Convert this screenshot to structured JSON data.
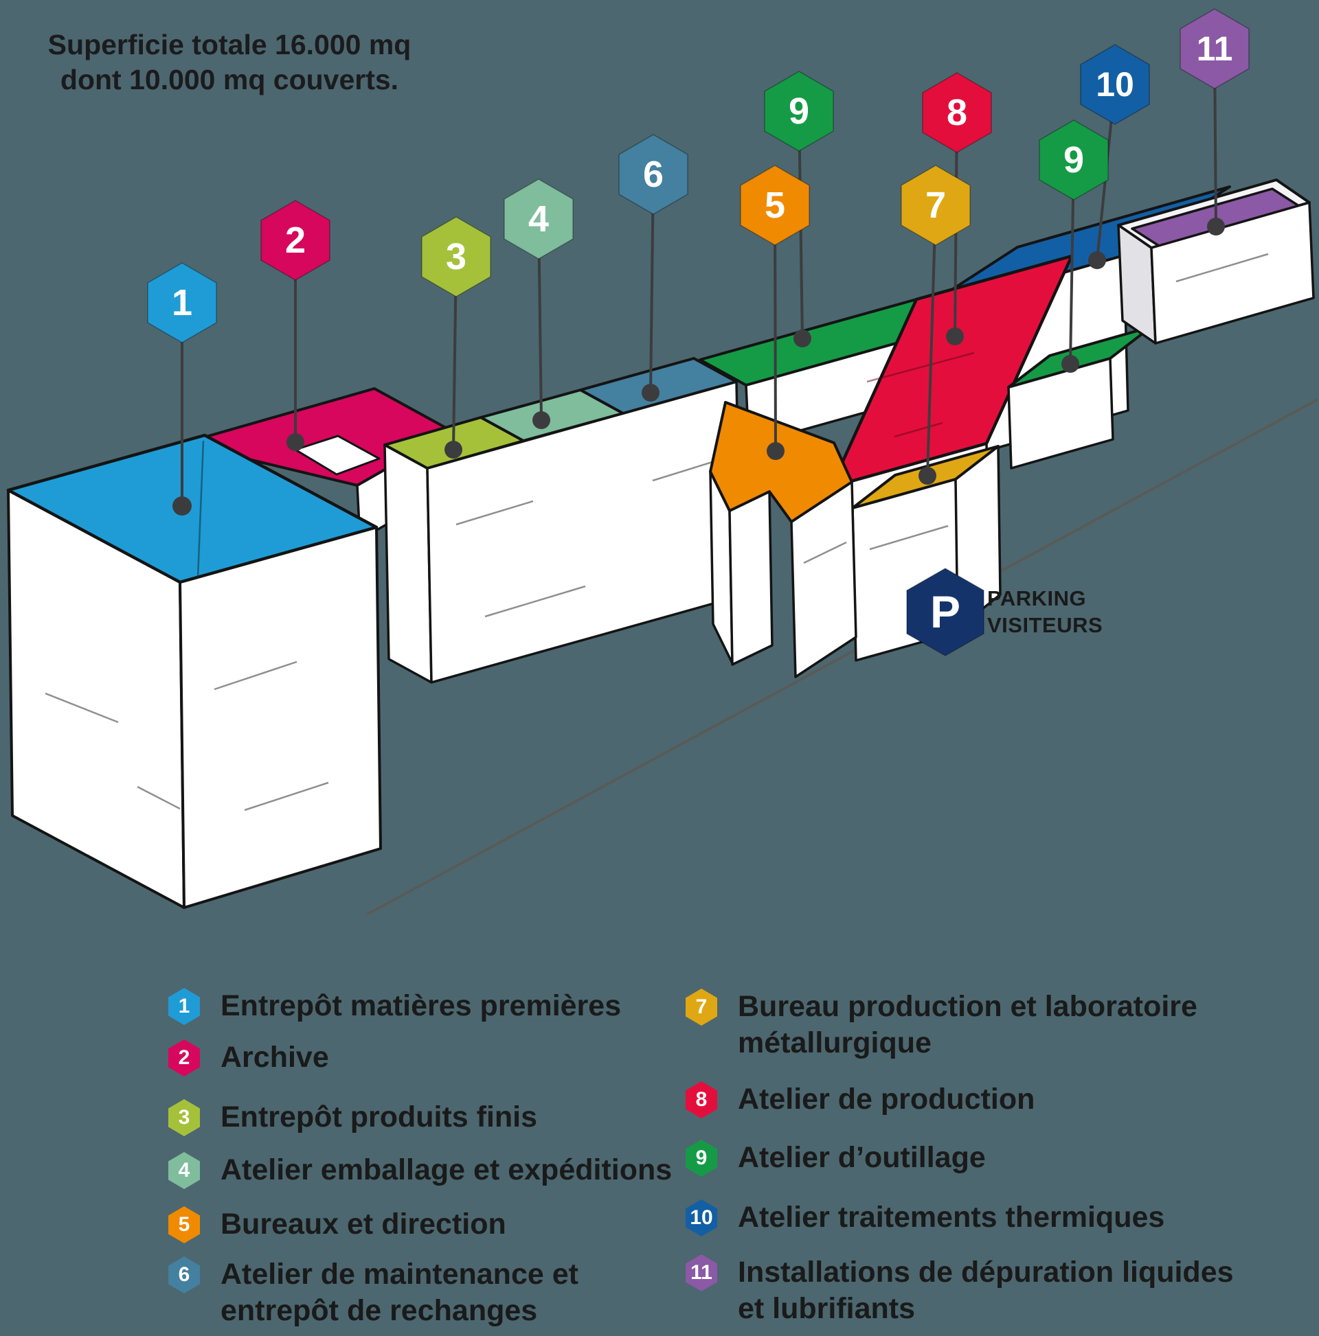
{
  "header": {
    "line1": "Superficie totale 16.000 mq",
    "line2": "dont 10.000 mq couverts."
  },
  "parking": {
    "letter": "P",
    "label_line1": "PARKING",
    "label_line2": "VISITEURS",
    "hex_color": "#15336B"
  },
  "colors": {
    "background": "#4C676F",
    "connector_line": "#3C3C3E",
    "wall": "#FFFFFF",
    "outline": "#141414"
  },
  "legend": {
    "left": [
      {
        "num": "1",
        "color": "#1F9CD6",
        "label": "Entrepôt matières premières"
      },
      {
        "num": "2",
        "color": "#D6075C",
        "label": "Archive"
      },
      {
        "num": "3",
        "color": "#A5C13A",
        "label": "Entrepôt produits finis"
      },
      {
        "num": "4",
        "color": "#7FBD9D",
        "label": "Atelier emballage et expéditions"
      },
      {
        "num": "5",
        "color": "#F08A00",
        "label": "Bureaux et direction"
      },
      {
        "num": "6",
        "color": "#44809F",
        "label": "Atelier de maintenance et\nentrepôt de rechanges"
      }
    ],
    "right": [
      {
        "num": "7",
        "color": "#DFA713",
        "label": "Bureau production et laboratoire\nmétallurgique"
      },
      {
        "num": "8",
        "color": "#E40E3C",
        "label": "Atelier de production"
      },
      {
        "num": "9",
        "color": "#159B46",
        "label": "Atelier d’outillage"
      },
      {
        "num": "10",
        "color": "#135FA5",
        "label": "Atelier traitements thermiques"
      },
      {
        "num": "11",
        "color": "#8B59A5",
        "label": "Installations de dépuration liquides\net lubrifiants"
      }
    ]
  }
}
